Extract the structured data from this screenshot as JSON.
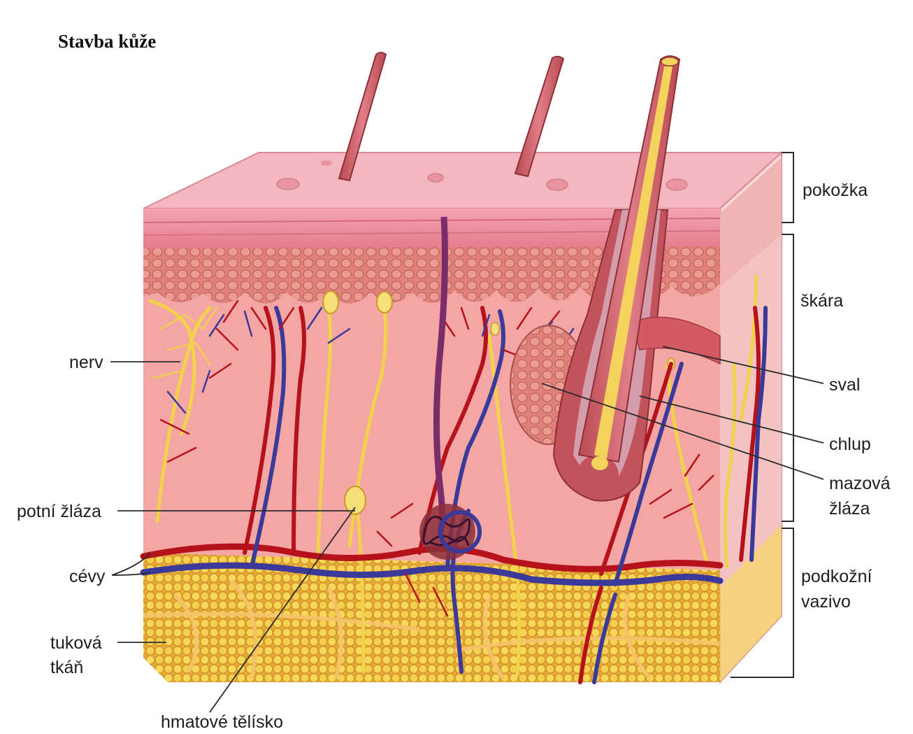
{
  "title": "Stavba kůže",
  "colors": {
    "epidermis": "#e98a8f",
    "dermis": "#f1a1a1",
    "subcutis": "#f0c14b",
    "artery": "#b5121b",
    "vein": "#3b3a9a",
    "nerve": "#f2d24a"
  },
  "labels": {
    "pokozka": "pokožka",
    "skara": "škára",
    "sval": "sval",
    "chlup": "chlup",
    "mazova_1": "mazová",
    "mazova_2": "žláza",
    "podkozni_1": "podkožní",
    "podkozni_2": "vazivo",
    "nerv": "nerv",
    "potni_zlaza": "potní žláza",
    "cevy": "cévy",
    "tukova_1": "tuková",
    "tukova_2": "tkáň",
    "hmatove": "hmatové tělísko"
  }
}
